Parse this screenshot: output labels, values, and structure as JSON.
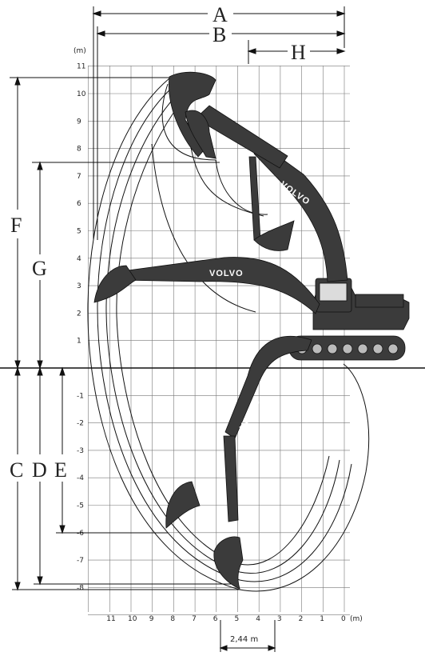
{
  "diagram": {
    "unit_label": "(m)",
    "letters": {
      "A": "A",
      "B": "B",
      "H": "H",
      "F": "F",
      "G": "G",
      "C": "C",
      "D": "D",
      "E": "E"
    },
    "y_ticks": [
      "11",
      "10",
      "9",
      "8",
      "7",
      "6",
      "5",
      "4",
      "3",
      "2",
      "1",
      "-1",
      "-2",
      "-3",
      "-4",
      "-5",
      "-6",
      "-7",
      "-8"
    ],
    "x_ticks": [
      "11",
      "10",
      "9",
      "8",
      "7",
      "6",
      "5",
      "4",
      "3",
      "2",
      "1",
      "0"
    ],
    "x_unit_label": "(m)",
    "track_dimension": "2,44 m",
    "brand_labels": [
      "VOLVO",
      "VOLVO",
      "VOLVO"
    ],
    "colors": {
      "machine": "#3b3b3b",
      "grid": "#777777",
      "line": "#111111"
    }
  }
}
